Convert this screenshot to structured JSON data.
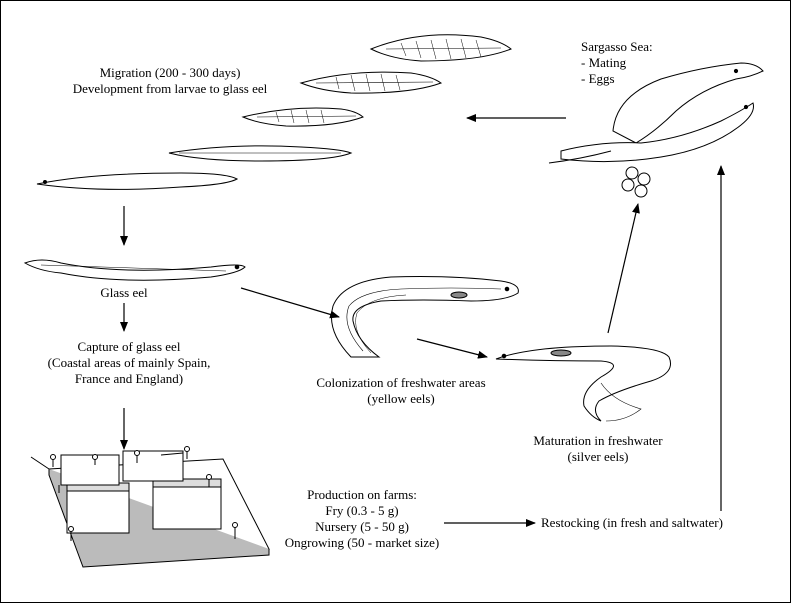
{
  "labels": {
    "migration": {
      "line1": "Migration (200 - 300 days)",
      "line2": "Development from larvae to glass eel"
    },
    "sargasso": {
      "line1": "Sargasso Sea:",
      "line2": "- Mating",
      "line3": "- Eggs"
    },
    "glass_eel": "Glass eel",
    "capture": {
      "line1": "Capture of glass eel",
      "line2": "(Coastal areas of mainly Spain,",
      "line3": "France and England)"
    },
    "colonization": {
      "line1": "Colonization of freshwater areas",
      "line2": "(yellow eels)"
    },
    "maturation": {
      "line1": "Maturation in freshwater",
      "line2": "(silver eels)"
    },
    "production": {
      "line1": "Production on farms:",
      "line2": "Fry (0.3 - 5 g)",
      "line3": "Nursery (5 - 50 g)",
      "line4": "Ongrowing (50 - market size)"
    },
    "restocking": "Restocking (in fresh and saltwater)"
  },
  "icons": [
    "larva-icon",
    "glass-eel-icon",
    "yellow-eel-icon",
    "silver-eel-icon",
    "adult-eels-icon",
    "eggs-icon",
    "fish-tanks-icon"
  ]
}
